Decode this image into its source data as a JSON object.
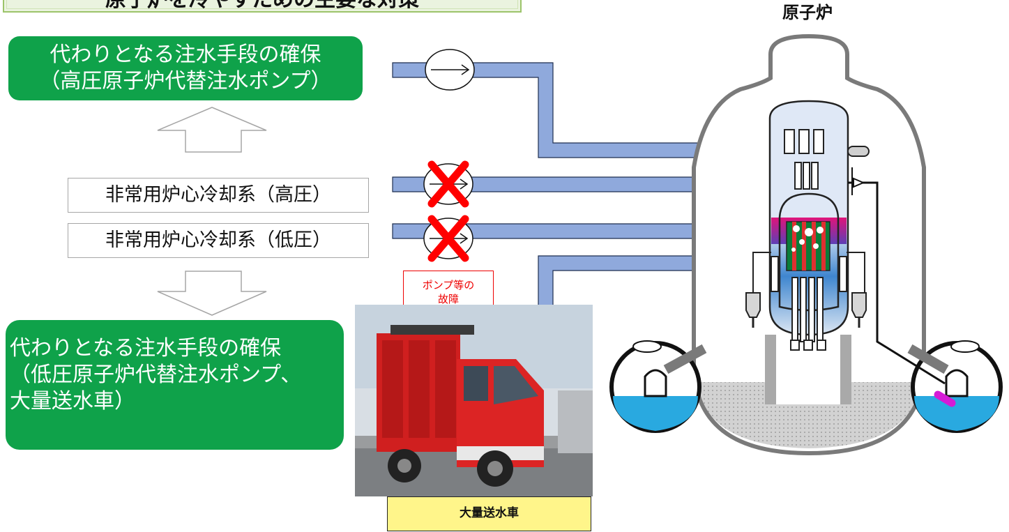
{
  "title": "原子炉を冷やすための主要な対策",
  "reactor_label": "原子炉",
  "alt_high": [
    "代わりとなる注水手段の確保",
    "（高圧原子炉代替注水ポンプ）"
  ],
  "eccs_high": "非常用炉心冷却系（高圧）",
  "eccs_low": "非常用炉心冷却系（低圧）",
  "alt_low": [
    "代わりとなる注水手段の確保",
    "（低圧原子炉代替注水ポンプ、",
    "大量送水車）"
  ],
  "fault_note": [
    "ポンプ等の",
    "故障"
  ],
  "truck_caption": "大量送水車",
  "colors": {
    "green": "#0fa24a",
    "pipe": "#8fa9dc",
    "cross": "#ff0000",
    "caption_bg": "#fff58a"
  }
}
